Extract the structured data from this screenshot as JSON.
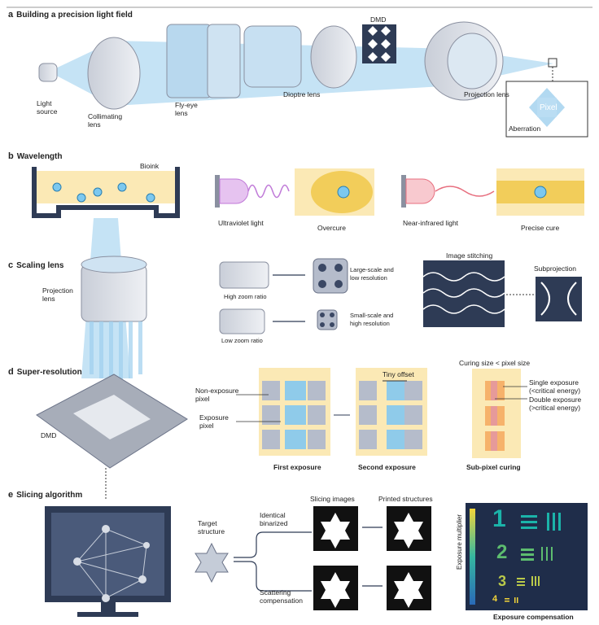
{
  "panels": {
    "a": {
      "letter": "a",
      "title": "Building a precision light field",
      "labels": {
        "light_source": "Light\nsource",
        "collimating": "Collimating\nlens",
        "flyeye": "Fly-eye\nlens",
        "dioptre": "Dioptre lens",
        "dmd": "DMD",
        "projection": "Projection lens",
        "pixel": "Pixel",
        "aberration": "Aberration"
      }
    },
    "b": {
      "letter": "b",
      "title": "Wavelength",
      "labels": {
        "bioink": "Bioink",
        "uv": "Ultraviolet light",
        "overcure": "Overcure",
        "nir": "Near-infrared light",
        "precise": "Precise cure"
      }
    },
    "c": {
      "letter": "c",
      "title": "Scaling lens",
      "labels": {
        "projection_lens": "Projection\nlens",
        "high_zoom": "High zoom ratio",
        "low_zoom": "Low zoom ratio",
        "large": "Large-scale and\nlow resolution",
        "small": "Small-scale and\nhigh resolution",
        "stitching": "Image stitching",
        "subprojection": "Subprojection"
      }
    },
    "d": {
      "letter": "d",
      "title": "Super-resolution",
      "labels": {
        "dmd": "DMD",
        "non_exposure": "Non-exposure\npixel",
        "exposure": "Exposure\npixel",
        "tiny_offset": "Tiny offset",
        "first": "First exposure",
        "second": "Second exposure",
        "curing_size": "Curing size < pixel size",
        "single": "Single exposure\n(<critical energy)",
        "double": "Double exposure\n(>critical energy)",
        "subpixel": "Sub-pixel curing"
      }
    },
    "e": {
      "letter": "e",
      "title": "Slicing algorithm",
      "labels": {
        "target": "Target\nstructure",
        "identical": "Identical\nbinarized",
        "scattering": "Scattering\ncompensation",
        "slicing": "Slicing images",
        "printed": "Printed structures",
        "multiplier": "Exposure multiplier",
        "compensation": "Exposure compensation",
        "n1": "1",
        "n2": "2",
        "n3": "3",
        "n4": "4"
      }
    }
  },
  "colors": {
    "beam": "#9fd0ee",
    "ink": "#fbe9b5",
    "navy": "#2e3b55",
    "teal": "#1bb3a9",
    "uv": "#c07ad8",
    "nir": "#e76f7f"
  }
}
